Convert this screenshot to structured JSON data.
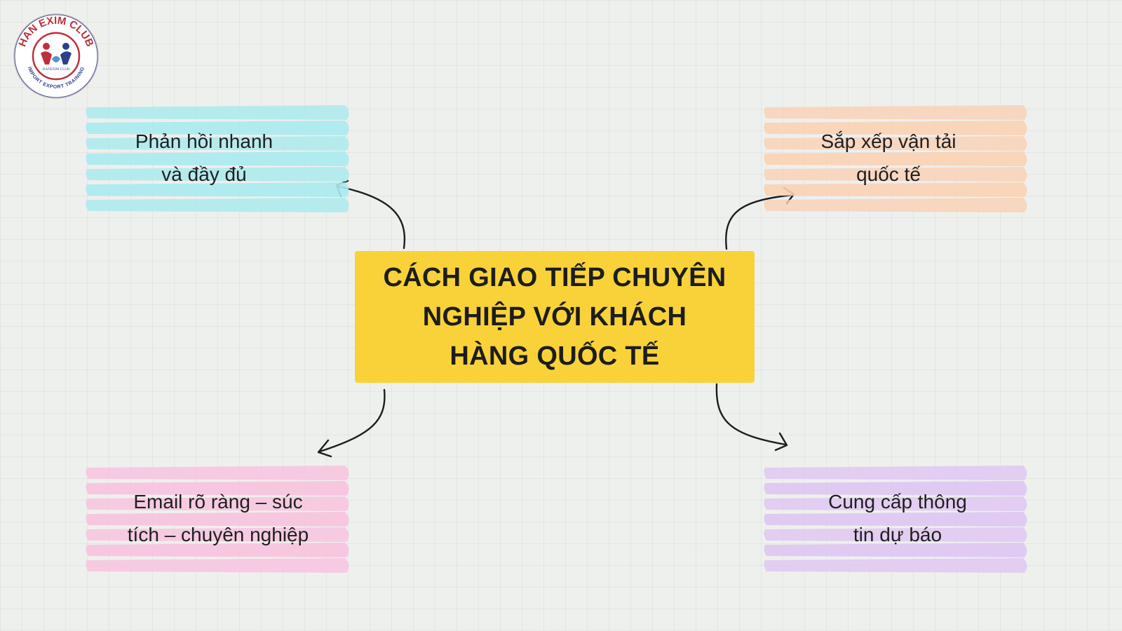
{
  "logo": {
    "ring_text_top": "HAN EXIM CLUB",
    "ring_text_bottom": "IMPORT EXPORT TRAINING",
    "inner_text": "HANEXIM CLUB"
  },
  "central": {
    "title_lines": [
      "CÁCH GIAO TIẾP CHUYÊN",
      "NGHIỆP VỚI KHÁCH",
      "HÀNG QUỐC TẾ"
    ]
  },
  "nodes": [
    {
      "lines": [
        "Phản hồi nhanh",
        "và đầy đủ"
      ],
      "color": "#a8eaee"
    },
    {
      "lines": [
        "Sắp xếp vận tải",
        "quốc tế"
      ],
      "color": "#f9d1b4"
    },
    {
      "lines": [
        "Email rõ ràng – súc",
        "tích – chuyên nghiệp"
      ],
      "color": "#f7c2de"
    },
    {
      "lines": [
        "Cung cấp thông",
        "tin dự báo"
      ],
      "color": "#ddc6f1"
    }
  ],
  "colors": {
    "central_fill": "#f9d239",
    "arrow": "#1d1d1d"
  }
}
